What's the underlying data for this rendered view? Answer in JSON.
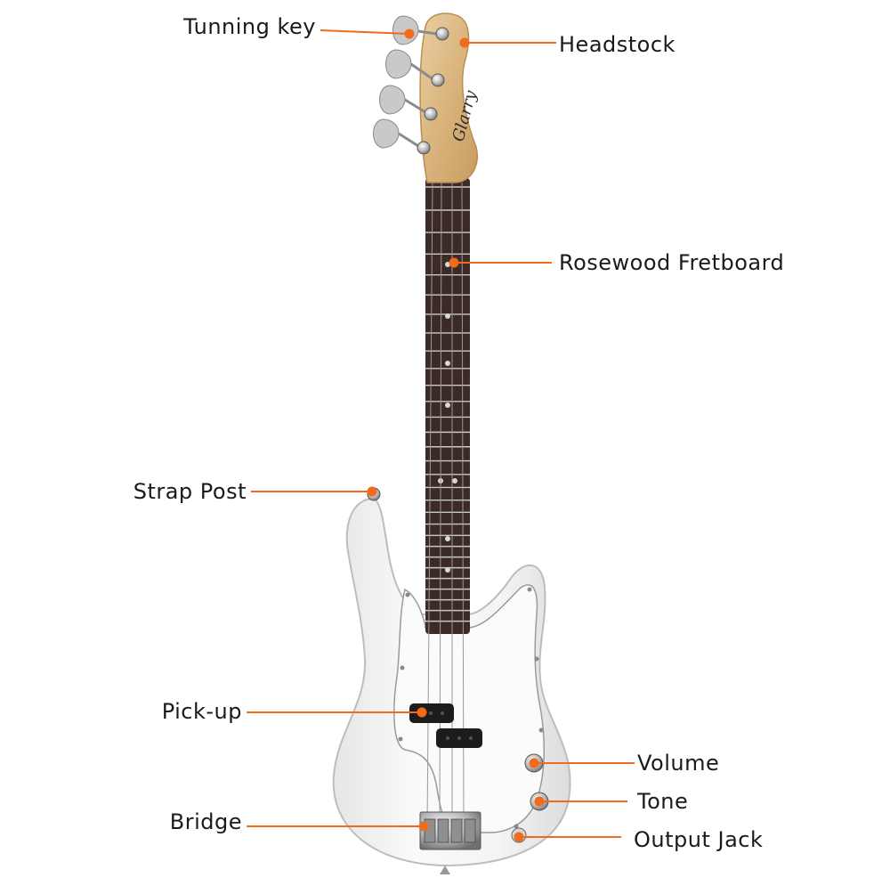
{
  "accent_color": "#f26a1b",
  "labels": {
    "tuning_key": "Tunning key",
    "headstock": "Headstock",
    "fretboard": "Rosewood Fretboard",
    "strap_post": "Strap Post",
    "pickup": "Pick-up",
    "volume": "Volume",
    "tone": "Tone",
    "bridge": "Bridge",
    "output_jack": "Output Jack"
  },
  "brand_logo": "Glarry"
}
